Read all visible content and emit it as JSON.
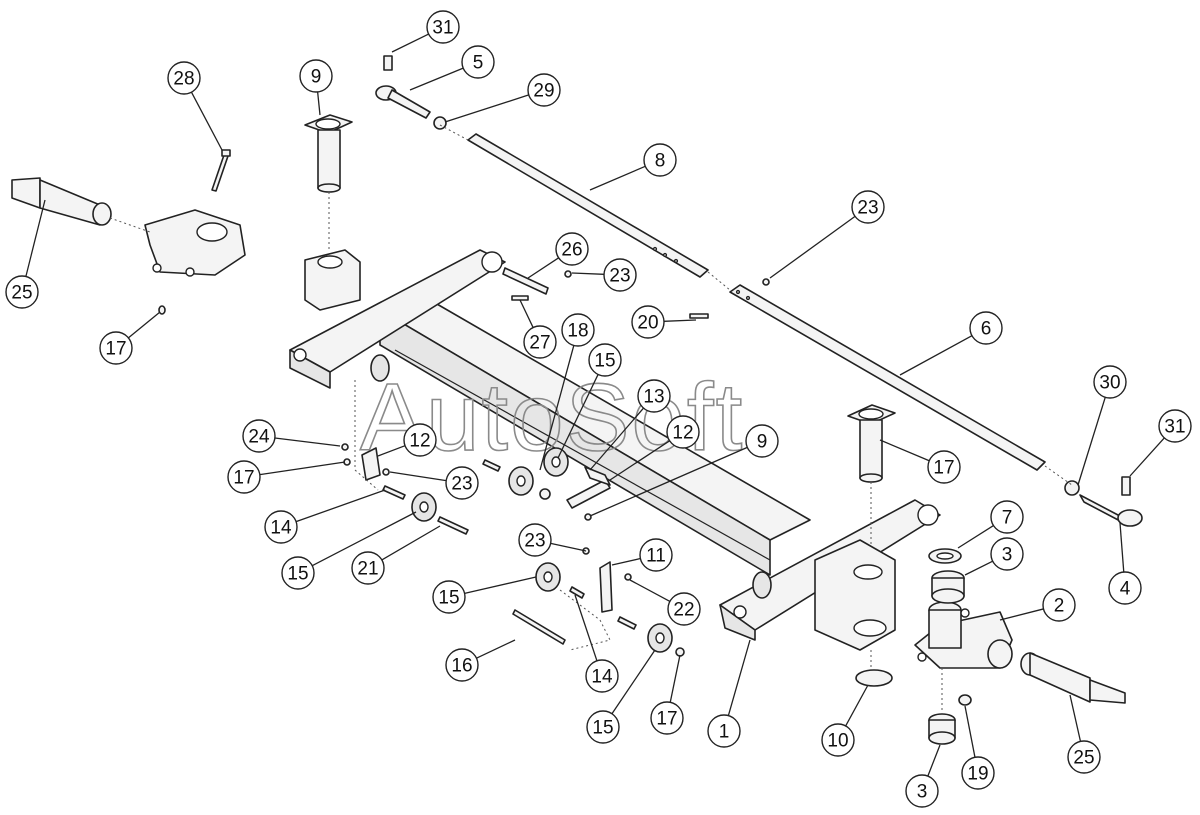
{
  "watermark": "AutoSoft",
  "callouts": [
    "31",
    "5",
    "29",
    "9",
    "28",
    "8",
    "23",
    "26",
    "23",
    "25",
    "17",
    "20",
    "6",
    "27",
    "18",
    "15",
    "13",
    "30",
    "31",
    "24",
    "12",
    "12",
    "17",
    "9",
    "17",
    "23",
    "14",
    "15",
    "21",
    "7",
    "23",
    "11",
    "3",
    "2",
    "15",
    "22",
    "4",
    "16",
    "14",
    "15",
    "17",
    "1",
    "10",
    "25",
    "3",
    "19"
  ]
}
